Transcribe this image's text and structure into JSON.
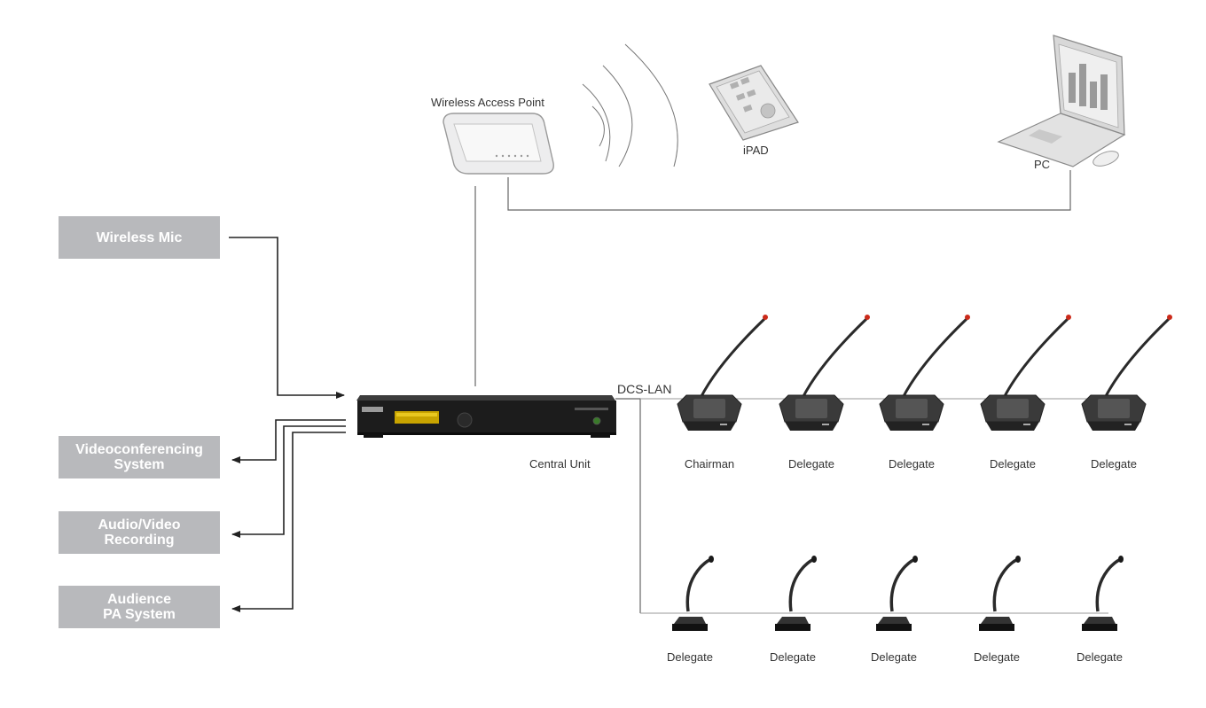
{
  "sources": [
    {
      "key": "wireless_mic",
      "lines": [
        "Wireless Mic"
      ]
    }
  ],
  "outputs": [
    {
      "key": "videoconferencing",
      "lines": [
        "Videoconferencing",
        "System"
      ]
    },
    {
      "key": "av_recording",
      "lines": [
        "Audio/Video",
        "Recording"
      ]
    },
    {
      "key": "audience_pa",
      "lines": [
        "Audience",
        "PA System"
      ]
    }
  ],
  "devices": {
    "access_point": "Wireless Access Point",
    "ipad": "iPAD",
    "pc": "PC",
    "central_unit": "Central Unit",
    "dcs_lan": "DCS-LAN"
  },
  "gooseneck_row": [
    "Chairman",
    "Delegate",
    "Delegate",
    "Delegate",
    "Delegate"
  ],
  "desk_row": [
    "Delegate",
    "Delegate",
    "Delegate",
    "Delegate",
    "Delegate"
  ],
  "colors": {
    "box_fill": "#b8b9bc",
    "box_text": "#ffffff",
    "line": "#222222",
    "light_line": "#999999",
    "unit_body": "#1c1c1c",
    "unit_display": "#c8a400"
  }
}
